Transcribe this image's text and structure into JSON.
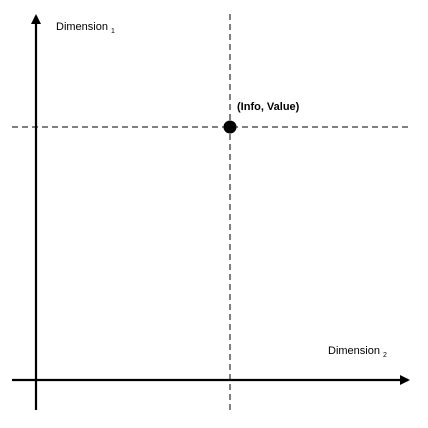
{
  "diagram": {
    "y_axis_label": {
      "text": "Dimension",
      "subscript": "1"
    },
    "x_axis_label": {
      "text": "Dimension",
      "subscript": "2"
    },
    "point_label": "(Info, Value)",
    "colors": {
      "line": "#000000",
      "background": "#ffffff"
    }
  }
}
